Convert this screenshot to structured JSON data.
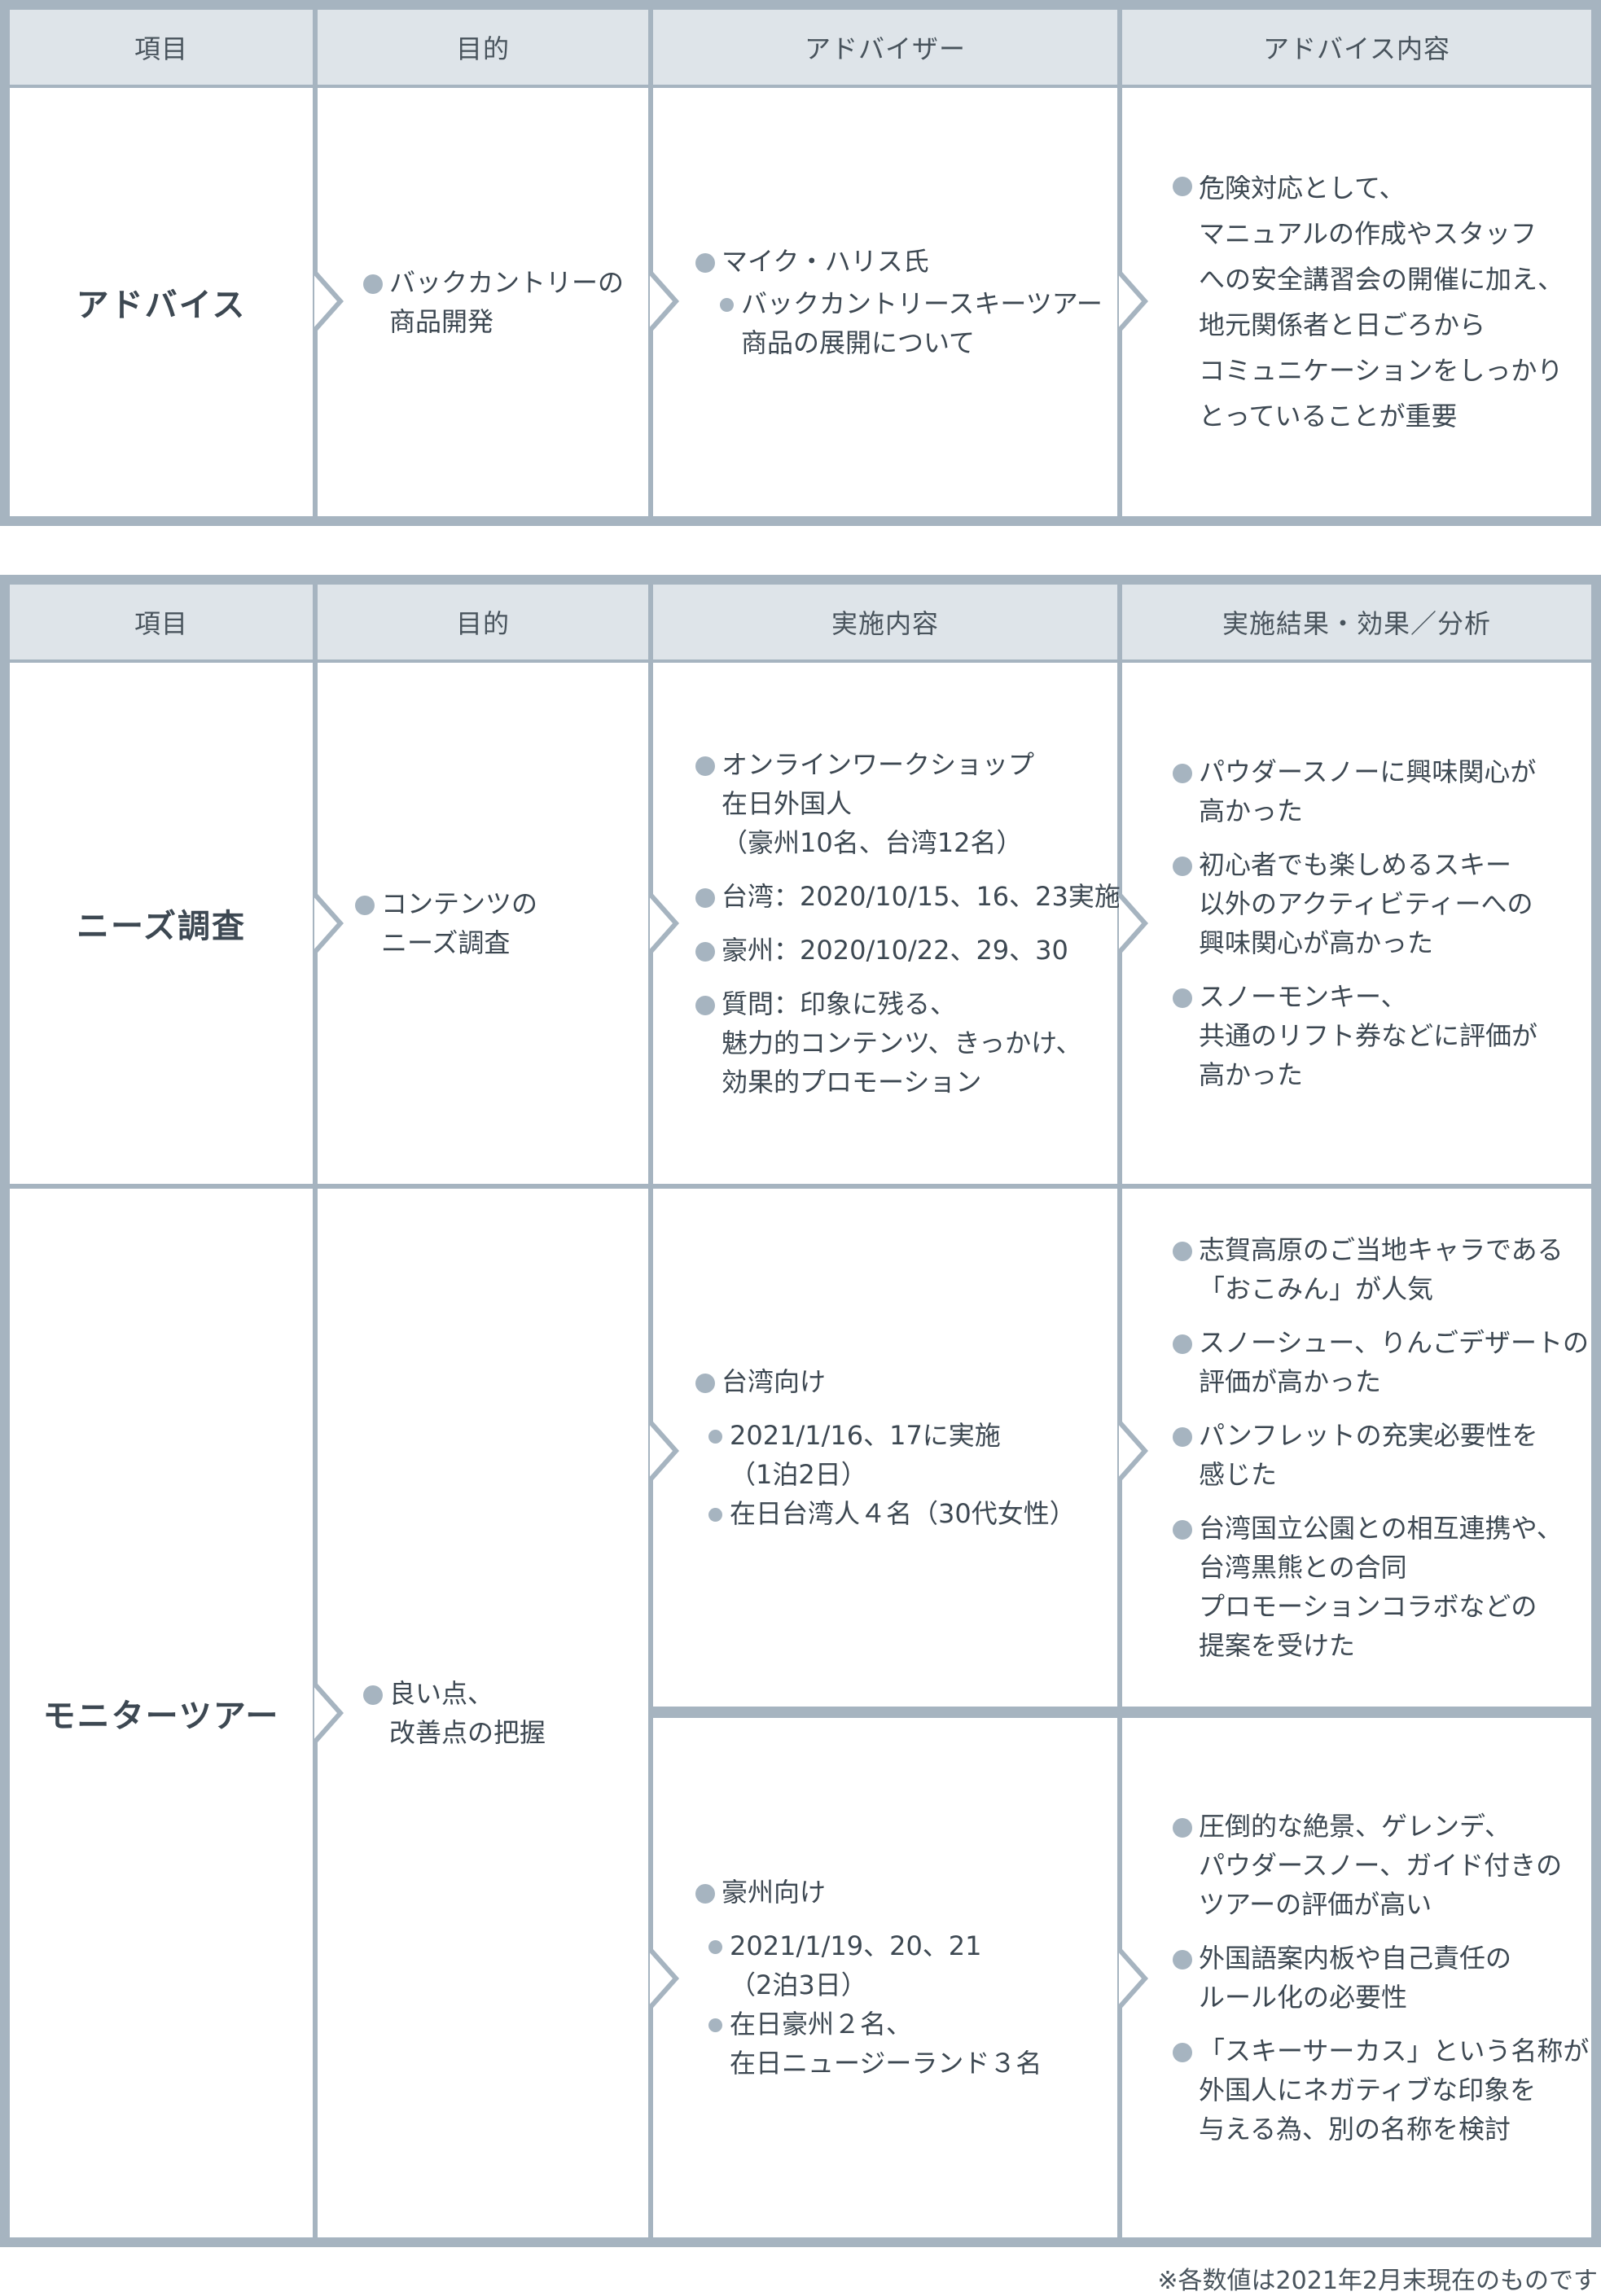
{
  "table1": {
    "headers": [
      "項目",
      "目的",
      "アドバイザー",
      "アドバイス内容"
    ],
    "row": {
      "title": "アドバイス",
      "purpose": "バックカントリーの\n商品開発",
      "advisor_name": "マイク・ハリス氏",
      "advisor_topic": "バックカントリースキーツアー\n商品の展開について",
      "advice": "危険対応として、\nマニュアルの作成やスタッフ\nへの安全講習会の開催に加え、\n地元関係者と日ごろから\nコミュニケーションをしっかり\nとっていることが重要"
    }
  },
  "table2": {
    "headers": [
      "項目",
      "目的",
      "実施内容",
      "実施結果・効果／分析"
    ],
    "needs": {
      "title": "ニーズ調査",
      "purpose": "コンテンツの\nニーズ調査",
      "content": [
        "オンラインワークショップ\n在日外国人\n（豪州10名、台湾12名）",
        "台湾：2020/10/15、16、23実施",
        "豪州：2020/10/22、29、30",
        "質問：印象に残る、\n魅力的コンテンツ、きっかけ、\n効果的プロモーション"
      ],
      "results": [
        "パウダースノーに興味関心が\n高かった",
        "初心者でも楽しめるスキー\n以外のアクティビティーへの\n興味関心が高かった",
        "スノーモンキー、\n共通のリフト券などに評価が\n高かった"
      ]
    },
    "monitor": {
      "title": "モニターツアー",
      "purpose": "良い点、\n改善点の把握",
      "taiwan": {
        "heading": "台湾向け",
        "subs": [
          "2021/1/16、17に実施\n（1泊2日）",
          "在日台湾人４名（30代女性）"
        ],
        "results": [
          "志賀高原のご当地キャラである\n「おこみん」が人気",
          "スノーシュー、りんごデザートの\n評価が高かった",
          "パンフレットの充実必要性を\n感じた",
          "台湾国立公園との相互連携や、\n台湾黒熊との合同\nプロモーションコラボなどの\n提案を受けた"
        ]
      },
      "australia": {
        "heading": "豪州向け",
        "subs": [
          "2021/1/19、20、21\n（2泊3日）",
          "在日豪州２名、\n在日ニュージーランド３名"
        ],
        "results": [
          "圧倒的な絶景、ゲレンデ、\nパウダースノー、ガイド付きの\nツアーの評価が高い",
          "外国語案内板や自己責任の\nルール化の必要性",
          "「スキーサーカス」という名称が\n外国人にネガティブな印象を\n与える為、別の名称を検討"
        ]
      }
    }
  },
  "footnote": "※各数値は2021年2月末現在のものです"
}
